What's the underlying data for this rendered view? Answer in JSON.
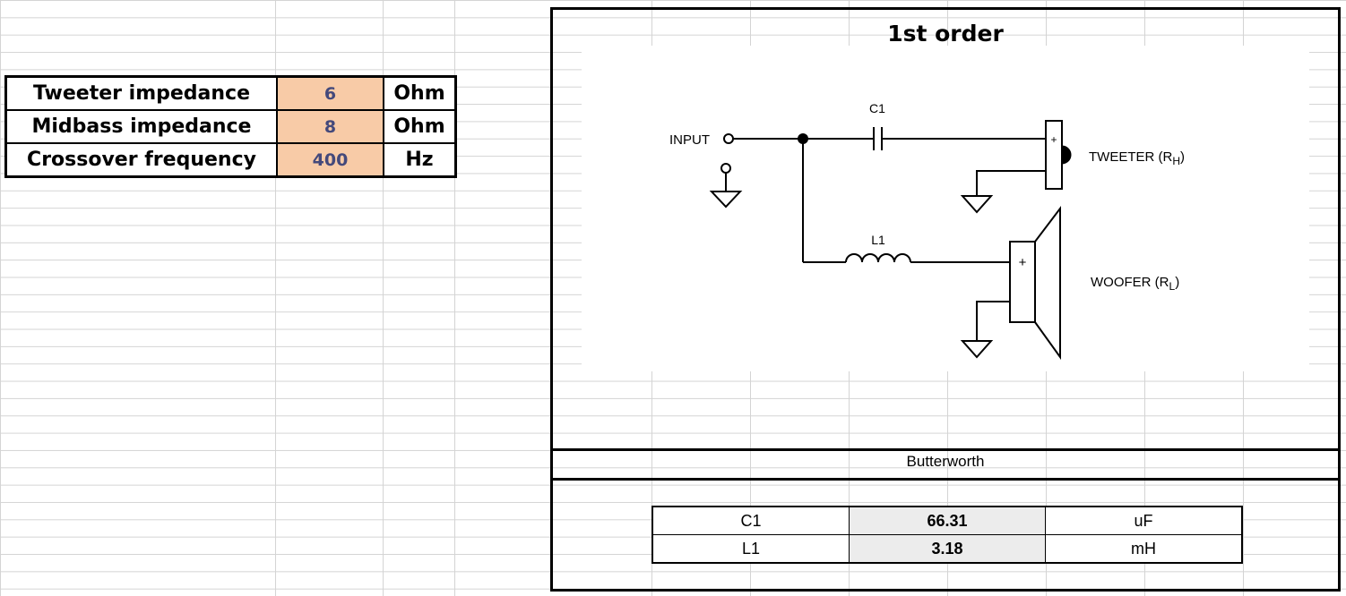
{
  "inputs": [
    {
      "label": "Tweeter impedance",
      "value": "6",
      "unit": "Ohm"
    },
    {
      "label": "Midbass impedance",
      "value": "8",
      "unit": "Ohm"
    },
    {
      "label": "Crossover frequency",
      "value": "400",
      "unit": "Hz"
    }
  ],
  "panel": {
    "title": "1st order",
    "topology": "Butterworth",
    "diagram": {
      "input_label": "INPUT",
      "c1_label": "C1",
      "l1_label": "L1",
      "tweeter_label": "TWEETER (R",
      "tweeter_sub": "H",
      "woofer_label": "WOOFER (R",
      "woofer_sub": "L",
      "close_paren": ")",
      "plus": "+"
    },
    "results": [
      {
        "name": "C1",
        "value": "66.31",
        "unit": "uF"
      },
      {
        "name": "L1",
        "value": "3.18",
        "unit": "mH"
      }
    ]
  }
}
